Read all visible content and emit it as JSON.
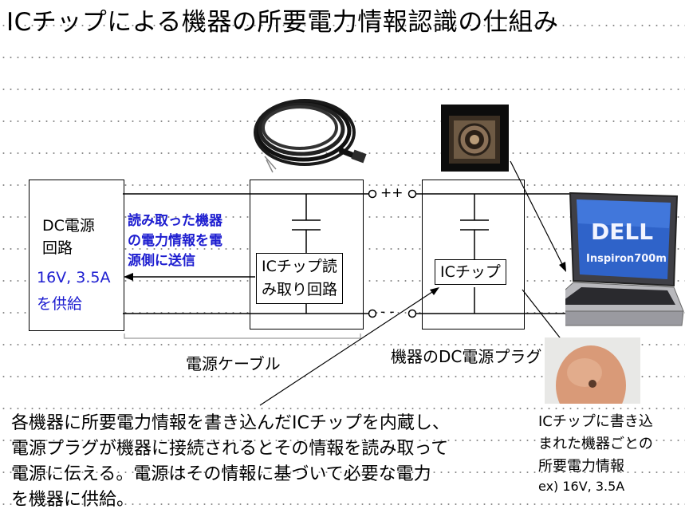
{
  "title": "ICチップによる機器の所要電力情報認識の仕組み",
  "dc_box": {
    "label_line1": "DC電源",
    "label_line2": "回路",
    "spec_line1": "16V, 3.5A",
    "spec_line2": "を供給"
  },
  "feedback_text": {
    "line1": "読み取った機器",
    "line2": "の電力情報を電",
    "line3": "源側に送信"
  },
  "reader_box": {
    "line1": "ICチップ読",
    "line2": "み取り回路"
  },
  "chip_box": {
    "label": "ICチップ"
  },
  "terminals": {
    "plus": "++",
    "minus": "- -"
  },
  "cable_label": "電源ケーブル",
  "plug_label": "機器のDC電源プラグ",
  "laptop": {
    "brand": "DELL",
    "model": "Inspiron700m"
  },
  "description": {
    "line1": "各機器に所要電力情報を書き込んだICチップを内蔵し、",
    "line2": "電源プラグが機器に接続されるとその情報を読み取って",
    "line3": "電源に伝える。電源はその情報に基づいて必要な電力",
    "line4": "を機器に供給。"
  },
  "chip_note": {
    "line1": "ICチップに書き込",
    "line2": "まれた機器ごとの",
    "line3": "所要電力情報",
    "line4": "ex) 16V, 3.5A"
  },
  "colors": {
    "annotation_blue": "#1d1dd0",
    "line": "#000000"
  }
}
